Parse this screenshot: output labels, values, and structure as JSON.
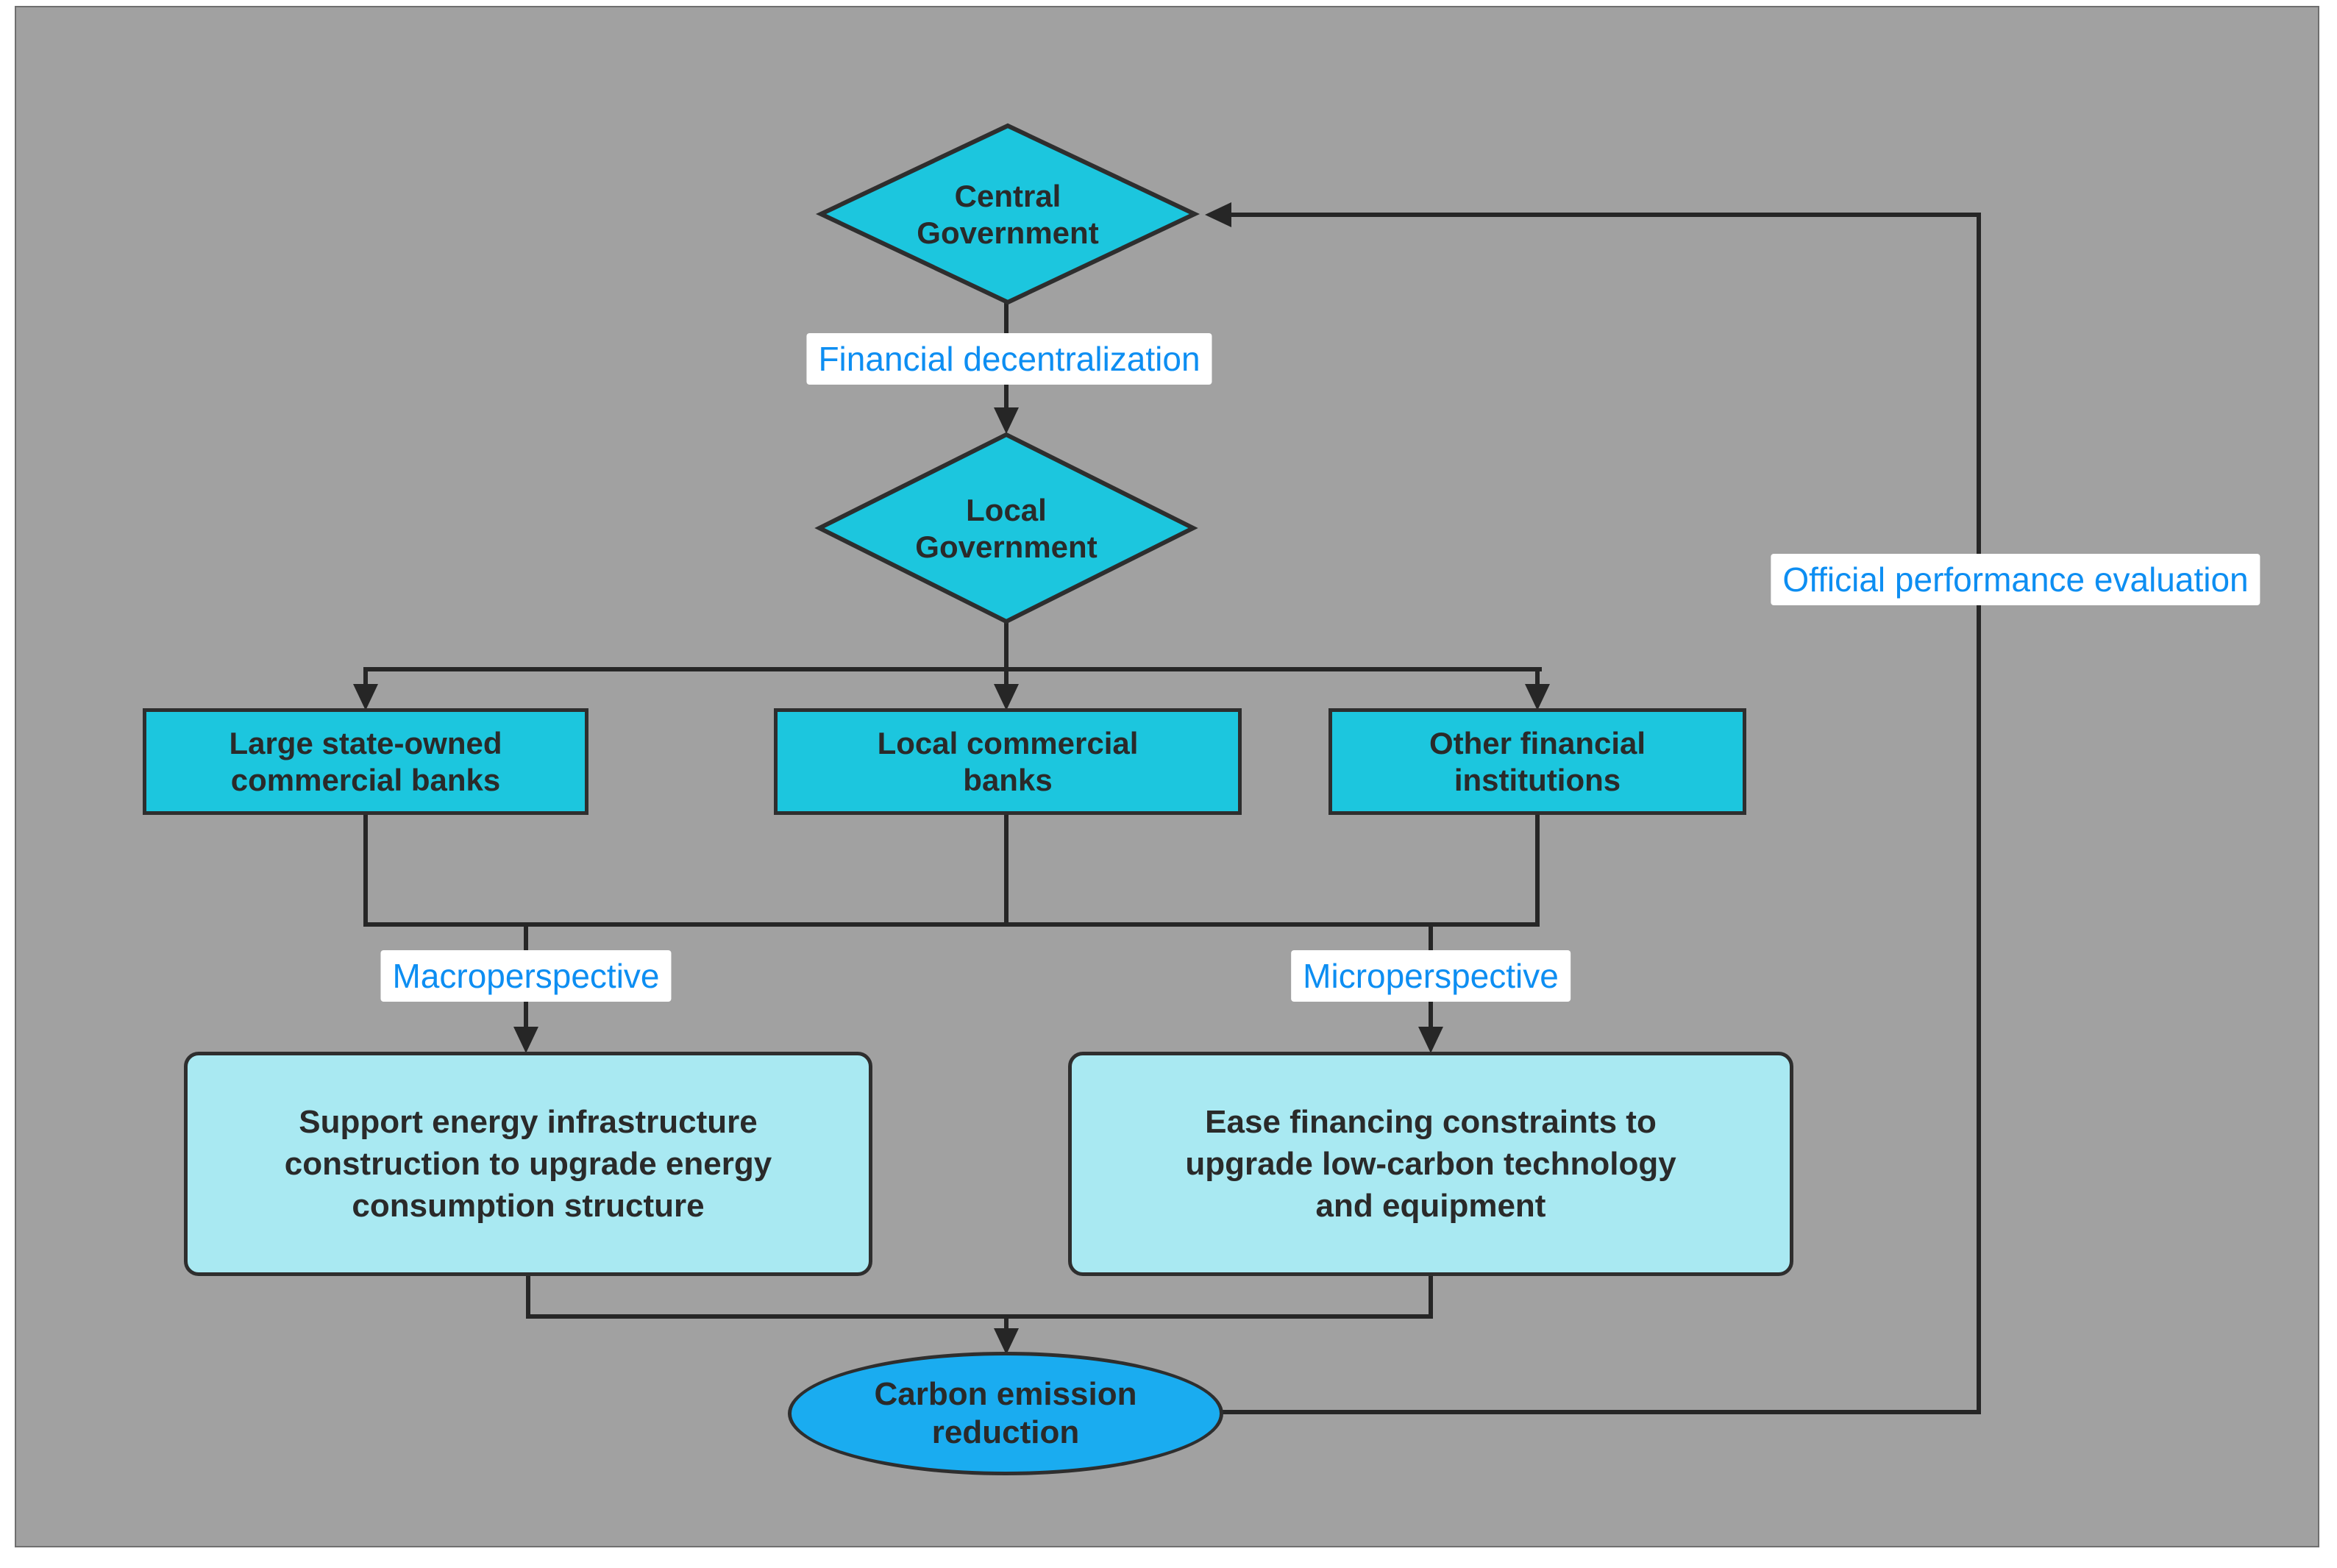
{
  "colors": {
    "panel_background": "#a1a1a1",
    "node_cyan": "#1cc6de",
    "node_light_cyan": "#a9e9f2",
    "node_blue": "#1aacf0",
    "edge_label_blue": "#0d8ef2",
    "line_dark": "#262626",
    "node_text": "#2a2a2a",
    "edge_label_background": "#ffffff"
  },
  "nodes": {
    "central_government": {
      "shape": "diamond",
      "label": "Central Government"
    },
    "local_government": {
      "shape": "diamond",
      "label": "Local Government"
    },
    "large_state_owned_banks": {
      "shape": "rectangle",
      "label": "Large state-owned commercial banks"
    },
    "local_commercial_banks": {
      "shape": "rectangle",
      "label": "Local commercial banks"
    },
    "other_financial_institutions": {
      "shape": "rectangle",
      "label": "Other financial institutions"
    },
    "macro_effect": {
      "shape": "rounded-rectangle",
      "label": "Support energy infrastructure construction to upgrade energy consumption structure"
    },
    "micro_effect": {
      "shape": "rounded-rectangle",
      "label": "Ease financing constraints to upgrade low-carbon technology and equipment"
    },
    "carbon_emission_reduction": {
      "shape": "ellipse",
      "label": "Carbon emission reduction"
    }
  },
  "edges": {
    "financial_decentralization": {
      "label": "Financial decentralization"
    },
    "macroperspective": {
      "label": "Macroperspective"
    },
    "microperspective": {
      "label": "Microperspective"
    },
    "official_performance_evaluation": {
      "label": "Official performance evaluation"
    }
  }
}
